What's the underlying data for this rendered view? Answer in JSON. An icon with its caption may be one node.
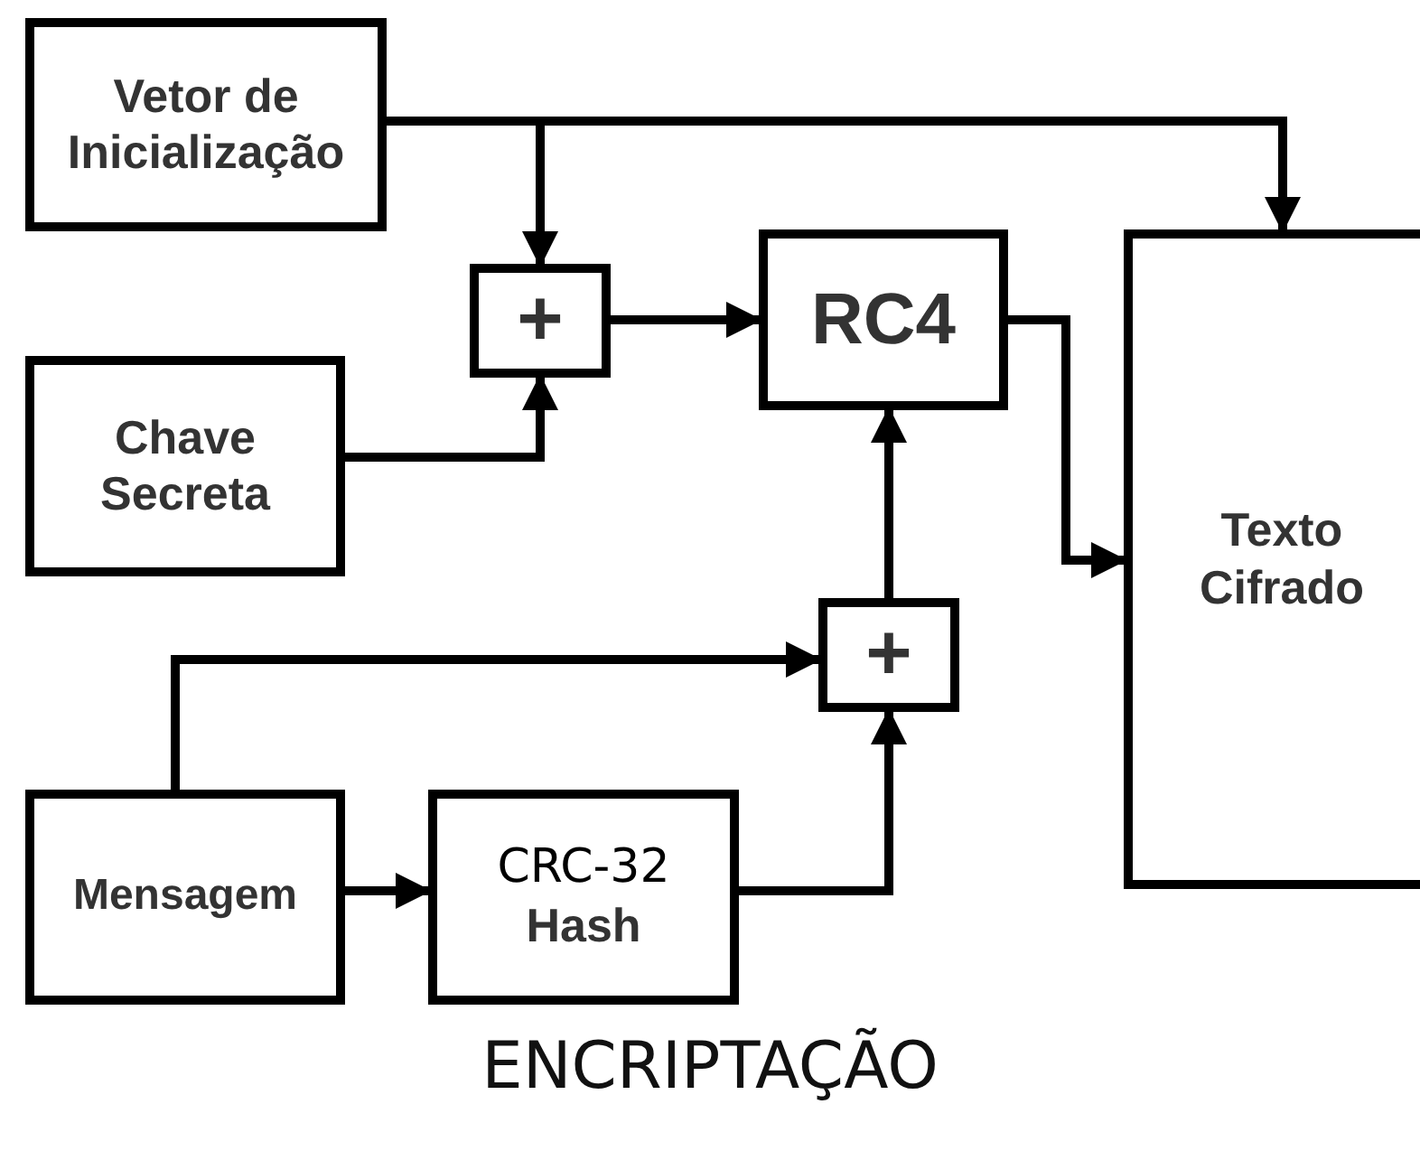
{
  "diagram": {
    "caption": "ENCRIPTAÇÃO",
    "nodes": [
      {
        "text": [
          "Vetor de Inicialização"
        ]
      },
      {
        "text": [
          "Chave Secreta"
        ]
      },
      {
        "text": [
          "+"
        ]
      },
      {
        "text": [
          "RC4"
        ]
      },
      {
        "text": [
          "Texto Cifrado"
        ]
      },
      {
        "text": [
          "+"
        ]
      },
      {
        "text": [
          "Mensagem"
        ]
      },
      {
        "text": [
          "CRC-32",
          "Hash"
        ]
      }
    ],
    "edges": [
      {
        "from": 0,
        "to": 2,
        "arrow": "to"
      },
      {
        "from": 0,
        "to": 4,
        "arrow": "to"
      },
      {
        "from": 1,
        "to": 2,
        "arrow": "to"
      },
      {
        "from": 2,
        "to": 3,
        "arrow": "to"
      },
      {
        "from": 3,
        "to": 4,
        "arrow": "to"
      },
      {
        "from": 5,
        "to": 3,
        "arrow": "to"
      },
      {
        "from": 6,
        "to": 5,
        "arrow": "to"
      },
      {
        "from": 6,
        "to": 7,
        "arrow": "to"
      },
      {
        "from": 7,
        "to": 5,
        "arrow": "to"
      }
    ]
  }
}
